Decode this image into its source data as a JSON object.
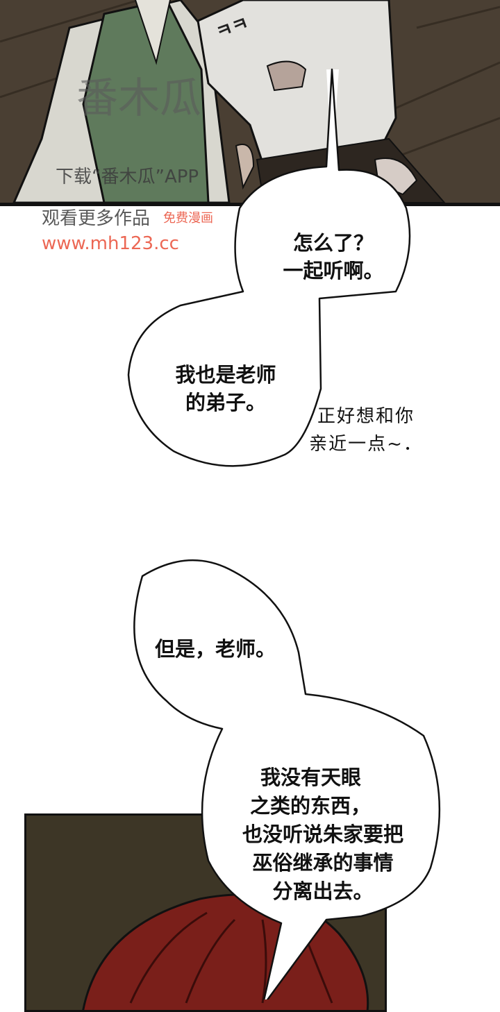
{
  "panel1": {
    "sfx": "ㅋㅋ",
    "watermark": {
      "logo": "番木瓜",
      "line1": "下载“番木瓜”APP",
      "line2": "观看更多作品",
      "site_name": "免费漫画",
      "url": "www.mh123.cc"
    }
  },
  "panel2": {
    "bubble_top": [
      "怎么了？",
      "一起听啊。"
    ],
    "bubble_left": [
      "我也是老师",
      "的弟子。"
    ],
    "aside": [
      "正好想和你",
      "亲近一点~．"
    ]
  },
  "panel3": {
    "bubble_top": [
      "但是，老师。"
    ],
    "bubble_bottom": [
      "我没有天眼",
      "之类的东西，",
      "也没听说朱家要把",
      "巫俗继承的事情",
      "分离出去。"
    ]
  },
  "colors": {
    "panel_bg": "#4a3f33",
    "hanbok_green": "#5f7a5c",
    "hair_red": "#7a1f1a",
    "bg_dark": "#3d3626"
  }
}
